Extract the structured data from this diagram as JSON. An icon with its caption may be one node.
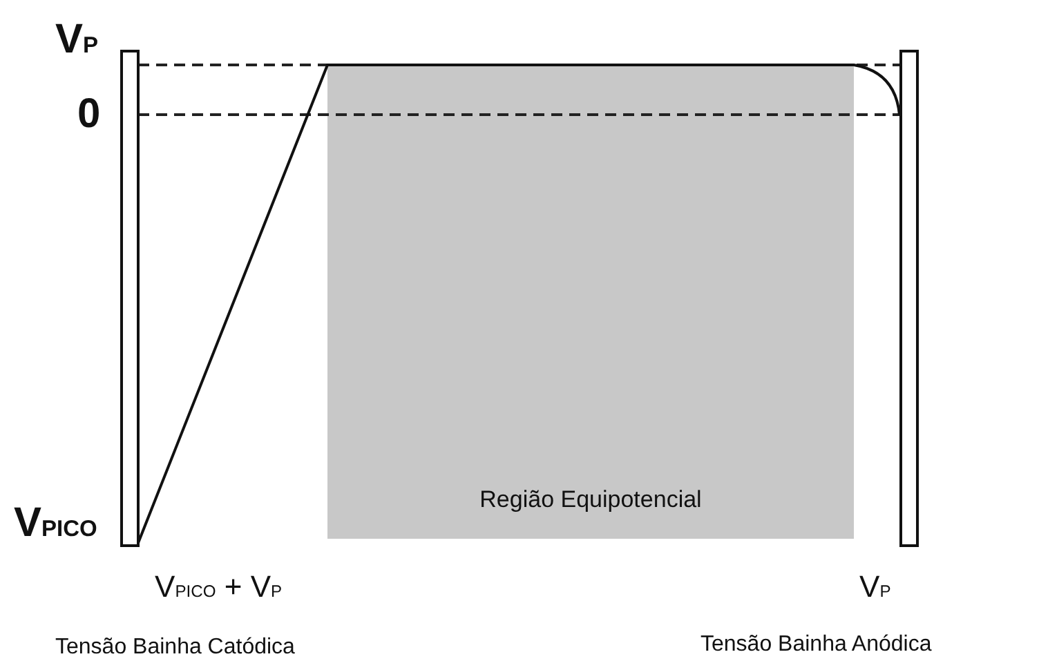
{
  "diagram": {
    "nodes": [
      {
        "text": [
          "Região Equipotencial"
        ]
      }
    ],
    "labels": [
      "V$_{P}$",
      "0",
      "V$_{PICO}$",
      "V$_{PICO}$ + V$_{P}$",
      "V$_{P}$",
      "Tensão Bainha Catódica",
      "Tensão Bainha Anódica"
    ]
  }
}
